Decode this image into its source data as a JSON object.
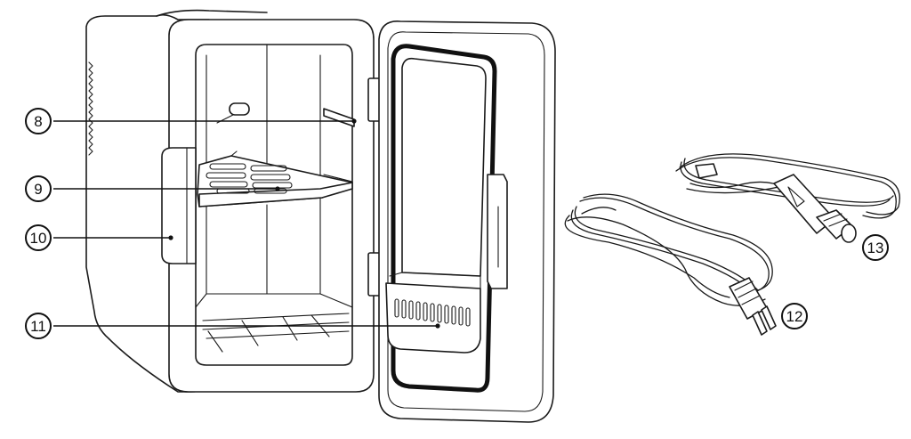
{
  "callouts": [
    {
      "id": "8",
      "label": "8"
    },
    {
      "id": "9",
      "label": "9"
    },
    {
      "id": "10",
      "label": "10"
    },
    {
      "id": "11",
      "label": "11"
    },
    {
      "id": "12",
      "label": "12"
    },
    {
      "id": "13",
      "label": "13"
    }
  ],
  "colors": {
    "line": "#1a1a1a",
    "background": "#ffffff"
  }
}
